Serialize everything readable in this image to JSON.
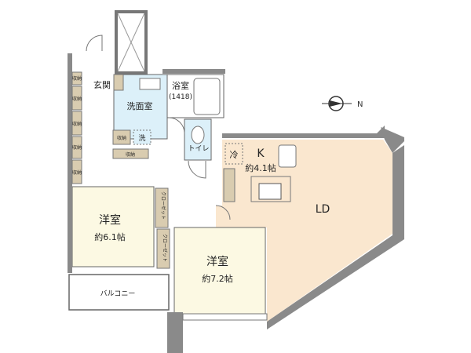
{
  "plan": {
    "rooms": {
      "entrance": "玄関",
      "washroom": "洗面室",
      "bathroom": "浴室",
      "bath_size": "(1418)",
      "toilet": "トイレ",
      "kitchen": "K",
      "kitchen_size": "約4.1帖",
      "fridge": "冷",
      "washer": "洗",
      "living_dining": "LD",
      "western_room_1": "洋室",
      "western_room_1_size": "約6.1帖",
      "western_room_2": "洋室",
      "western_room_2_size": "約7.2帖",
      "balcony": "バルコニー"
    },
    "storage_label": "収納",
    "closet_label": "クローゼット",
    "compass_label": "N",
    "colors": {
      "living": "#fae7cf",
      "bedroom": "#fcf9e3",
      "wet_area": "#dcf0f9",
      "storage": "#d9ccb0",
      "wall": "#8a8a8a"
    }
  }
}
